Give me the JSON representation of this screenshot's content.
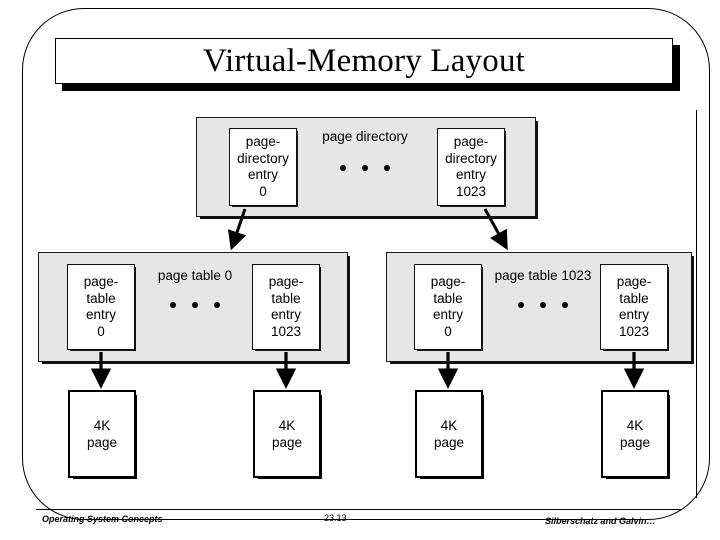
{
  "slide": {
    "title": "Virtual-Memory Layout",
    "page_number": "23.13",
    "footer_left": "Operating System Concepts",
    "footer_right": "Silberschatz and Galvin…",
    "colors": {
      "background": "#ffffff",
      "container_fill": "#e6e6e6",
      "cell_fill": "#ffffff",
      "stroke": "#000000"
    }
  },
  "diagram": {
    "page_directory": {
      "center_label": "page directory",
      "dots": "• • •",
      "entries": [
        {
          "line1": "page-",
          "line2": "directory",
          "line3": "entry",
          "line4": "0"
        },
        {
          "line1": "page-",
          "line2": "directory",
          "line3": "entry",
          "line4": "1023"
        }
      ]
    },
    "page_tables": [
      {
        "center_label": "page table 0",
        "dots": "• • •",
        "entries": [
          {
            "line1": "page-",
            "line2": "table",
            "line3": "entry",
            "line4": "0"
          },
          {
            "line1": "page-",
            "line2": "table",
            "line3": "entry",
            "line4": "1023"
          }
        ]
      },
      {
        "center_label": "page table 1023",
        "dots": "• • •",
        "entries": [
          {
            "line1": "page-",
            "line2": "table",
            "line3": "entry",
            "line4": "0"
          },
          {
            "line1": "page-",
            "line2": "table",
            "line3": "entry",
            "line4": "1023"
          }
        ]
      }
    ],
    "pages": [
      {
        "line1": "4K",
        "line2": "page"
      },
      {
        "line1": "4K",
        "line2": "page"
      },
      {
        "line1": "4K",
        "line2": "page"
      },
      {
        "line1": "4K",
        "line2": "page"
      }
    ]
  }
}
